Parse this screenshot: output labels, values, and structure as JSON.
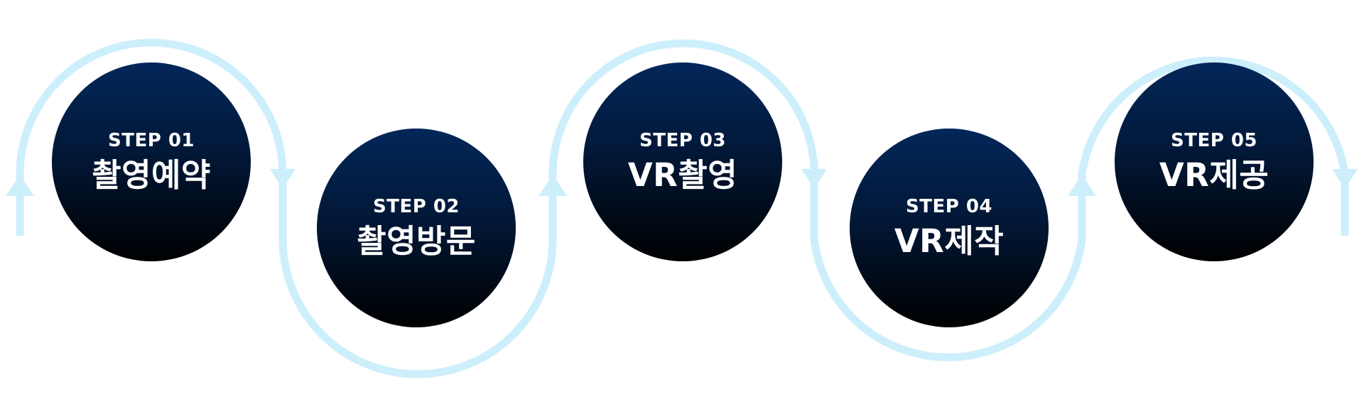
{
  "colors": {
    "connector": "#cdeffb",
    "circle_top": "#03275a",
    "circle_bottom": "#000000",
    "text": "#ffffff"
  },
  "steps": [
    {
      "label": "STEP 01",
      "title": "촬영예약"
    },
    {
      "label": "STEP 02",
      "title": "촬영방문"
    },
    {
      "label": "STEP 03",
      "title": "VR촬영"
    },
    {
      "label": "STEP 04",
      "title": "VR제작"
    },
    {
      "label": "STEP 05",
      "title": "VR제공"
    }
  ]
}
